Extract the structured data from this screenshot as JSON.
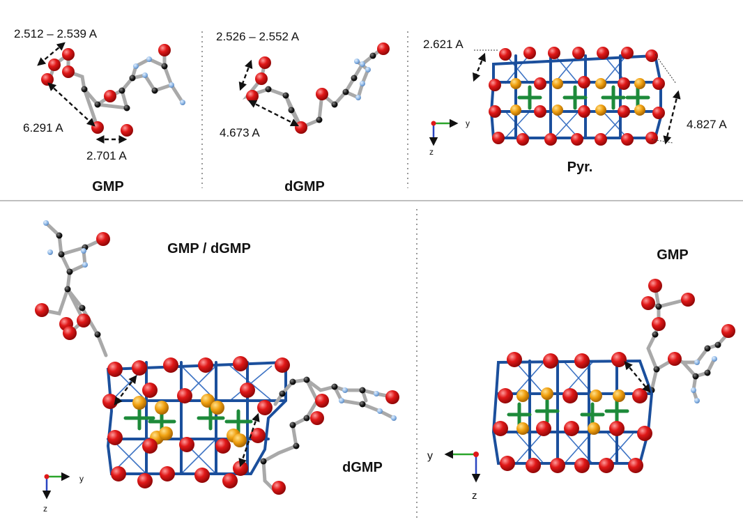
{
  "panels": {
    "gmp_top": {
      "title": "GMP",
      "d_range": "2.512 – 2.539 A",
      "d_long": "6.291 A",
      "d_short": "2.701 A"
    },
    "dgmp_top": {
      "title": "dGMP",
      "d_range": "2.526 – 2.552 A",
      "d_long": "4.673 A"
    },
    "pyr_top": {
      "title": "Pyr.",
      "d_left": "2.621 A",
      "d_right": "4.827 A"
    },
    "combined": {
      "title": "GMP /  dGMP",
      "sublabel": "dGMP"
    },
    "gmp_bottom": {
      "title": "GMP"
    }
  },
  "axes": {
    "y": "y",
    "z": "z"
  },
  "colors": {
    "oxygen": "#e01818",
    "carbon": "#1a1a1a",
    "nitrogen": "#8fb9e8",
    "metal": "#f0a010",
    "octahedral": "#1d8a3a",
    "polyhedron_edge": "#1b4f9c",
    "bond": "#a9a9a9"
  }
}
